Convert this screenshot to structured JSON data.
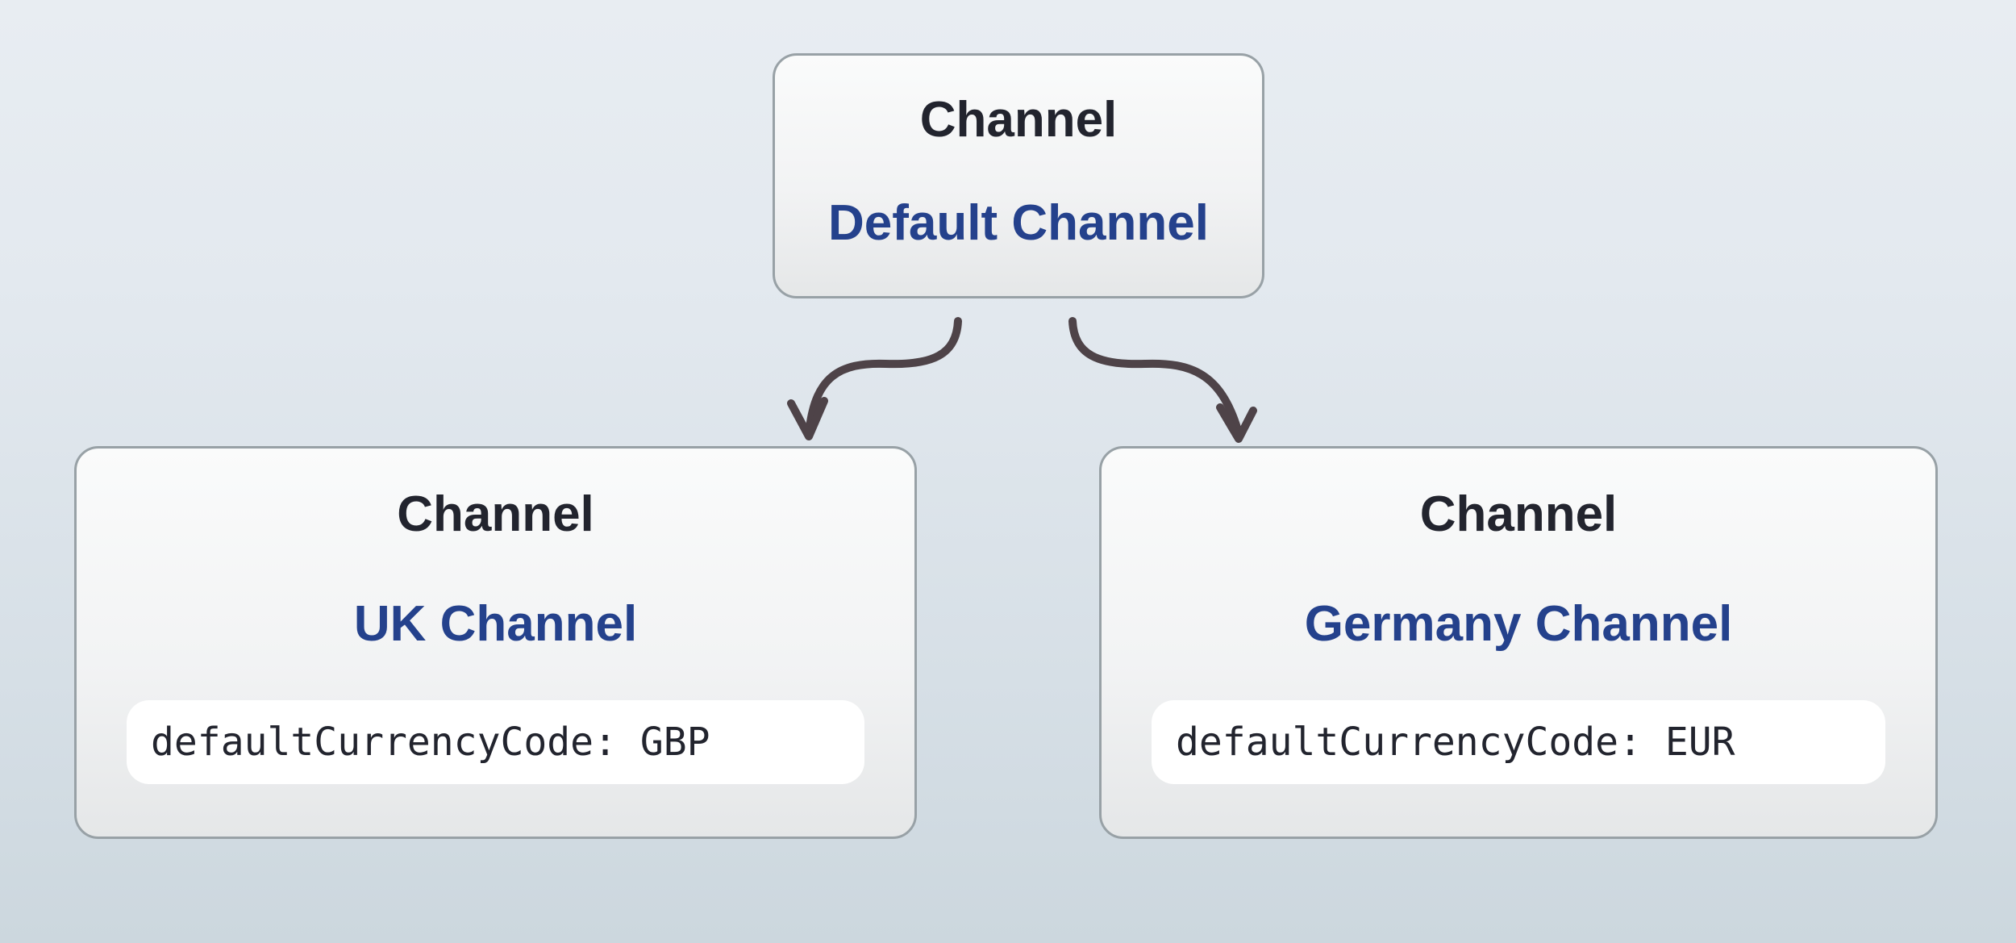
{
  "diagram": {
    "description": "Channel hierarchy diagram: a default channel with two child channels",
    "nodes": {
      "root": {
        "title": "Channel",
        "name": "Default Channel"
      },
      "uk": {
        "title": "Channel",
        "name": "UK Channel",
        "code": "defaultCurrencyCode: GBP"
      },
      "germany": {
        "title": "Channel",
        "name": "Germany Channel",
        "code": "defaultCurrencyCode: EUR"
      }
    },
    "edges": [
      {
        "from": "Default Channel",
        "to": "UK Channel"
      },
      {
        "from": "Default Channel",
        "to": "Germany Channel"
      }
    ],
    "colors": {
      "background_top": "#e8edf2",
      "background_bottom": "#ccd7de",
      "node_fill_top": "#fafbfb",
      "node_fill_bottom": "#e5e7e8",
      "node_border": "#98a1a6",
      "title_text": "#22242e",
      "name_text": "#24418c",
      "code_pill_bg": "#ffffff",
      "arrow": "#4e4348"
    }
  }
}
